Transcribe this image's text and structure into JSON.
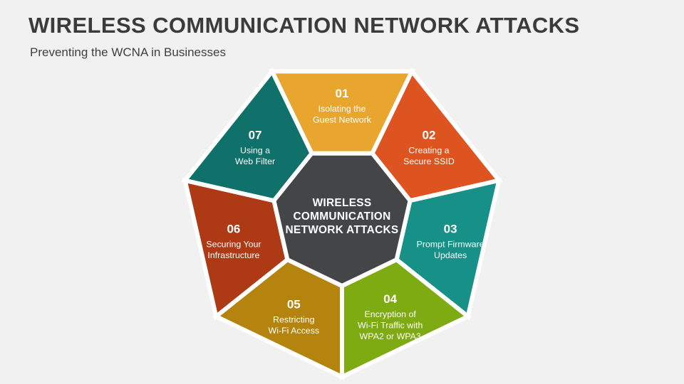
{
  "header": {
    "title": "WIRELESS COMMUNICATION NETWORK ATTACKS",
    "subtitle": "Preventing the WCNA in Businesses"
  },
  "diagram": {
    "type": "heptagon-cycle",
    "background_color": "#f1f1f1",
    "gap_color": "#ffffff",
    "center": {
      "label_lines": [
        "WIRELESS",
        "COMMUNICATION",
        "NETWORK ATTACKS"
      ],
      "color": "#434547",
      "text_color": "#ffffff"
    },
    "segments": [
      {
        "number": "01",
        "label_lines": [
          "Isolating the",
          "Guest Network"
        ],
        "color": "#e8a62e",
        "text_color": "#ffffff"
      },
      {
        "number": "02",
        "label_lines": [
          "Creating a",
          "Secure SSID"
        ],
        "color": "#de5420",
        "text_color": "#ffffff"
      },
      {
        "number": "03",
        "label_lines": [
          "Prompt Firmware",
          "Updates"
        ],
        "color": "#179187",
        "text_color": "#ffffff"
      },
      {
        "number": "04",
        "label_lines": [
          "Encryption of",
          "Wi-Fi Traffic with",
          "WPA2 or WPA3"
        ],
        "color": "#7fab12",
        "text_color": "#ffffff"
      },
      {
        "number": "05",
        "label_lines": [
          "Restricting",
          "Wi-Fi Access"
        ],
        "color": "#b4840f",
        "text_color": "#ffffff"
      },
      {
        "number": "06",
        "label_lines": [
          "Securing Your",
          "Infrastructure"
        ],
        "color": "#ae3a15",
        "text_color": "#ffffff"
      },
      {
        "number": "07",
        "label_lines": [
          "Using a",
          "Web Filter"
        ],
        "color": "#10716a",
        "text_color": "#ffffff"
      }
    ]
  }
}
